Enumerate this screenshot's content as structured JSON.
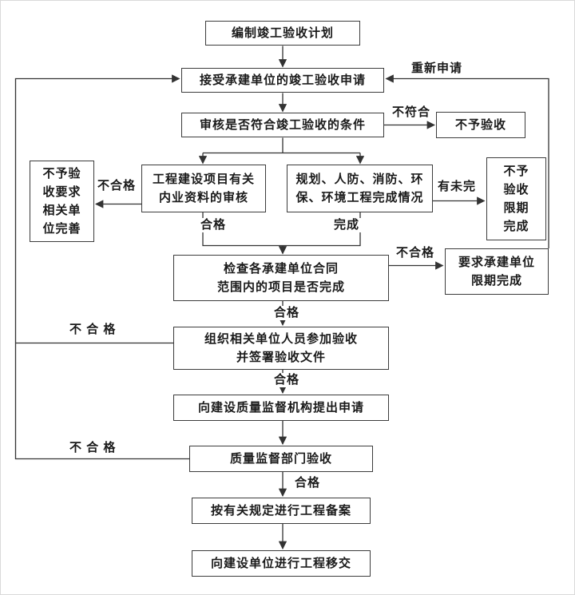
{
  "nodes": {
    "plan": "编制竣工验收计划",
    "accept_application": "接受承建单位的竣工验收申请",
    "review_conditions": "审核是否符合竣工验收的条件",
    "no_acceptance": "不予验收",
    "doc_review": "工程建设项目有关\n内业资料的审核",
    "completion_status": "规划、人防、消防、环\n保、环境工程完成情况",
    "no_accept_improve": "不予验\n收要求\n相关单\n位完善",
    "no_accept_deadline": "不予\n验收\n限期\n完成",
    "check_contract_scope": "检查各承建单位合同\n范围内的项目是否完成",
    "require_deadline": "要求承建单位\n限期完成",
    "organize_acceptance": "组织相关单位人员参加验收\n并签署验收文件",
    "apply_supervision": "向建设质量监督机构提出申请",
    "supervision_acceptance": "质量监督部门验收",
    "filing": "按有关规定进行工程备案",
    "handover": "向建设单位进行工程移交"
  },
  "edge_labels": {
    "reapply": "重新申请",
    "not_conforming": "不符合",
    "unqualified_doc": "不合格",
    "incomplete": "有未完",
    "qualified_doc": "合格",
    "completed": "完成",
    "unqualified_contract": "不合格",
    "qualified_contract": "合格",
    "unqualified_org": "不 合 格",
    "qualified_org": "合格",
    "unqualified_supervision": "不 合 格",
    "qualified_supervision": "合格"
  },
  "colors": {
    "line": "#333333",
    "border": "#3c3c3c",
    "text": "#1a1a1a",
    "background": "#ffffff"
  }
}
